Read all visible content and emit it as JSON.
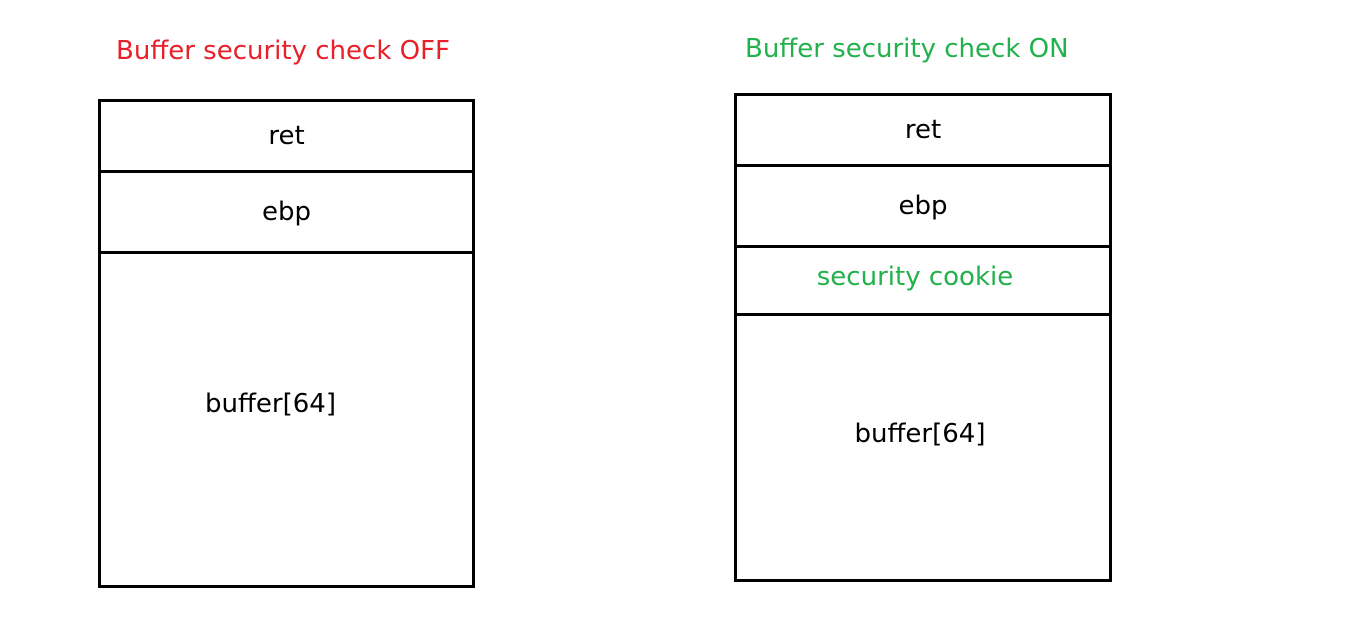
{
  "colors": {
    "off_title": "#e8202a",
    "on_title": "#22b14c",
    "cookie_label": "#22b14c",
    "frame": "#000000",
    "text": "#000000"
  },
  "left_panel": {
    "title": "Buffer security check OFF",
    "cells": {
      "ret": "ret",
      "ebp": "ebp",
      "buffer": "buffer[64]"
    }
  },
  "right_panel": {
    "title": "Buffer security check ON",
    "cells": {
      "ret": "ret",
      "ebp": "ebp",
      "cookie": "security cookie",
      "buffer": "buffer[64]"
    }
  }
}
